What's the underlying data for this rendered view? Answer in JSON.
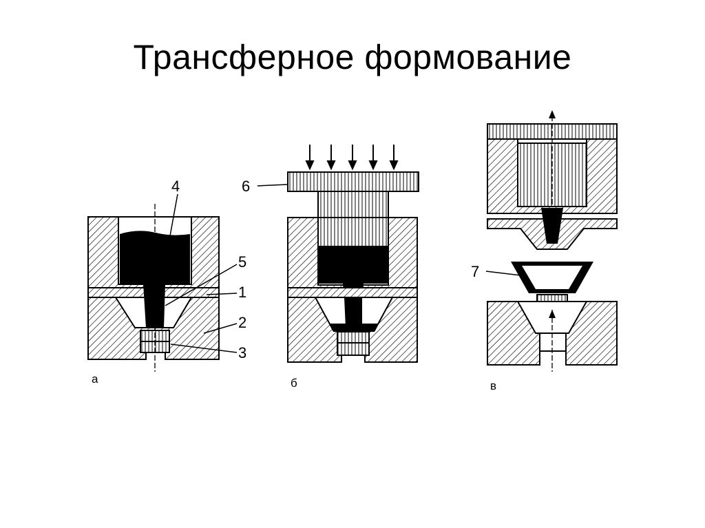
{
  "slide": {
    "title": "Трансферное формование"
  },
  "diagram": {
    "panels": [
      {
        "letter": "а",
        "callouts": [
          "4",
          "5",
          "1",
          "2",
          "3"
        ]
      },
      {
        "letter": "б",
        "callouts": [
          "6"
        ]
      },
      {
        "letter": "в",
        "callouts": [
          "7"
        ]
      }
    ]
  }
}
